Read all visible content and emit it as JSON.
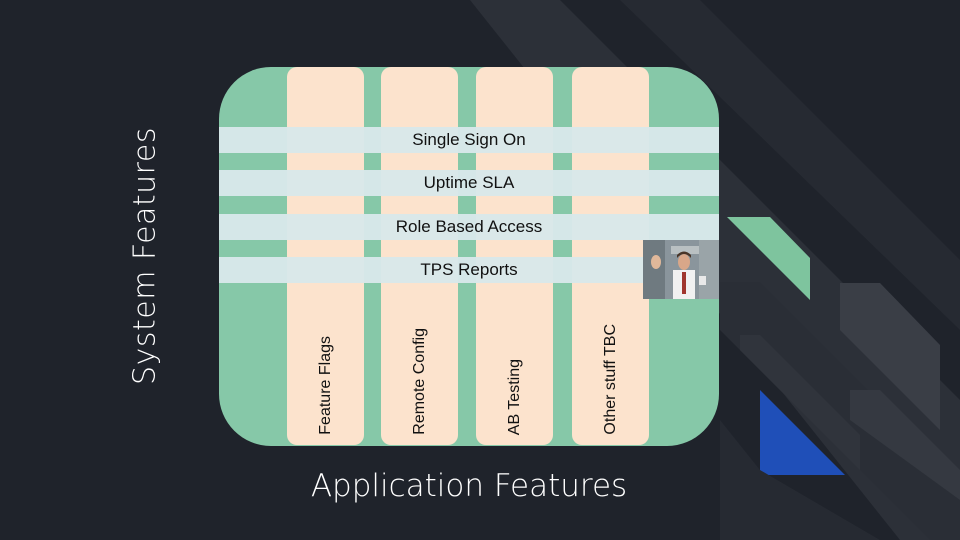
{
  "axes": {
    "system_label": "System Features",
    "application_label": "Application Features"
  },
  "columns": [
    {
      "label": "Feature Flags"
    },
    {
      "label": "Remote Config"
    },
    {
      "label": "AB Testing"
    },
    {
      "label": "Other stuff  TBC"
    }
  ],
  "bands": [
    {
      "label": "Single Sign On"
    },
    {
      "label": "Uptime SLA"
    },
    {
      "label": "Role Based Access"
    },
    {
      "label": "TPS Reports"
    }
  ],
  "colors": {
    "background": "#1f232b",
    "board": "#86c8a8",
    "column": "#fce3cd",
    "band": "#d8e8ea",
    "accent_blue": "#1f4fb8",
    "accent_green": "#7ec49e"
  },
  "photo": {
    "icon": "office-worker-photo"
  }
}
